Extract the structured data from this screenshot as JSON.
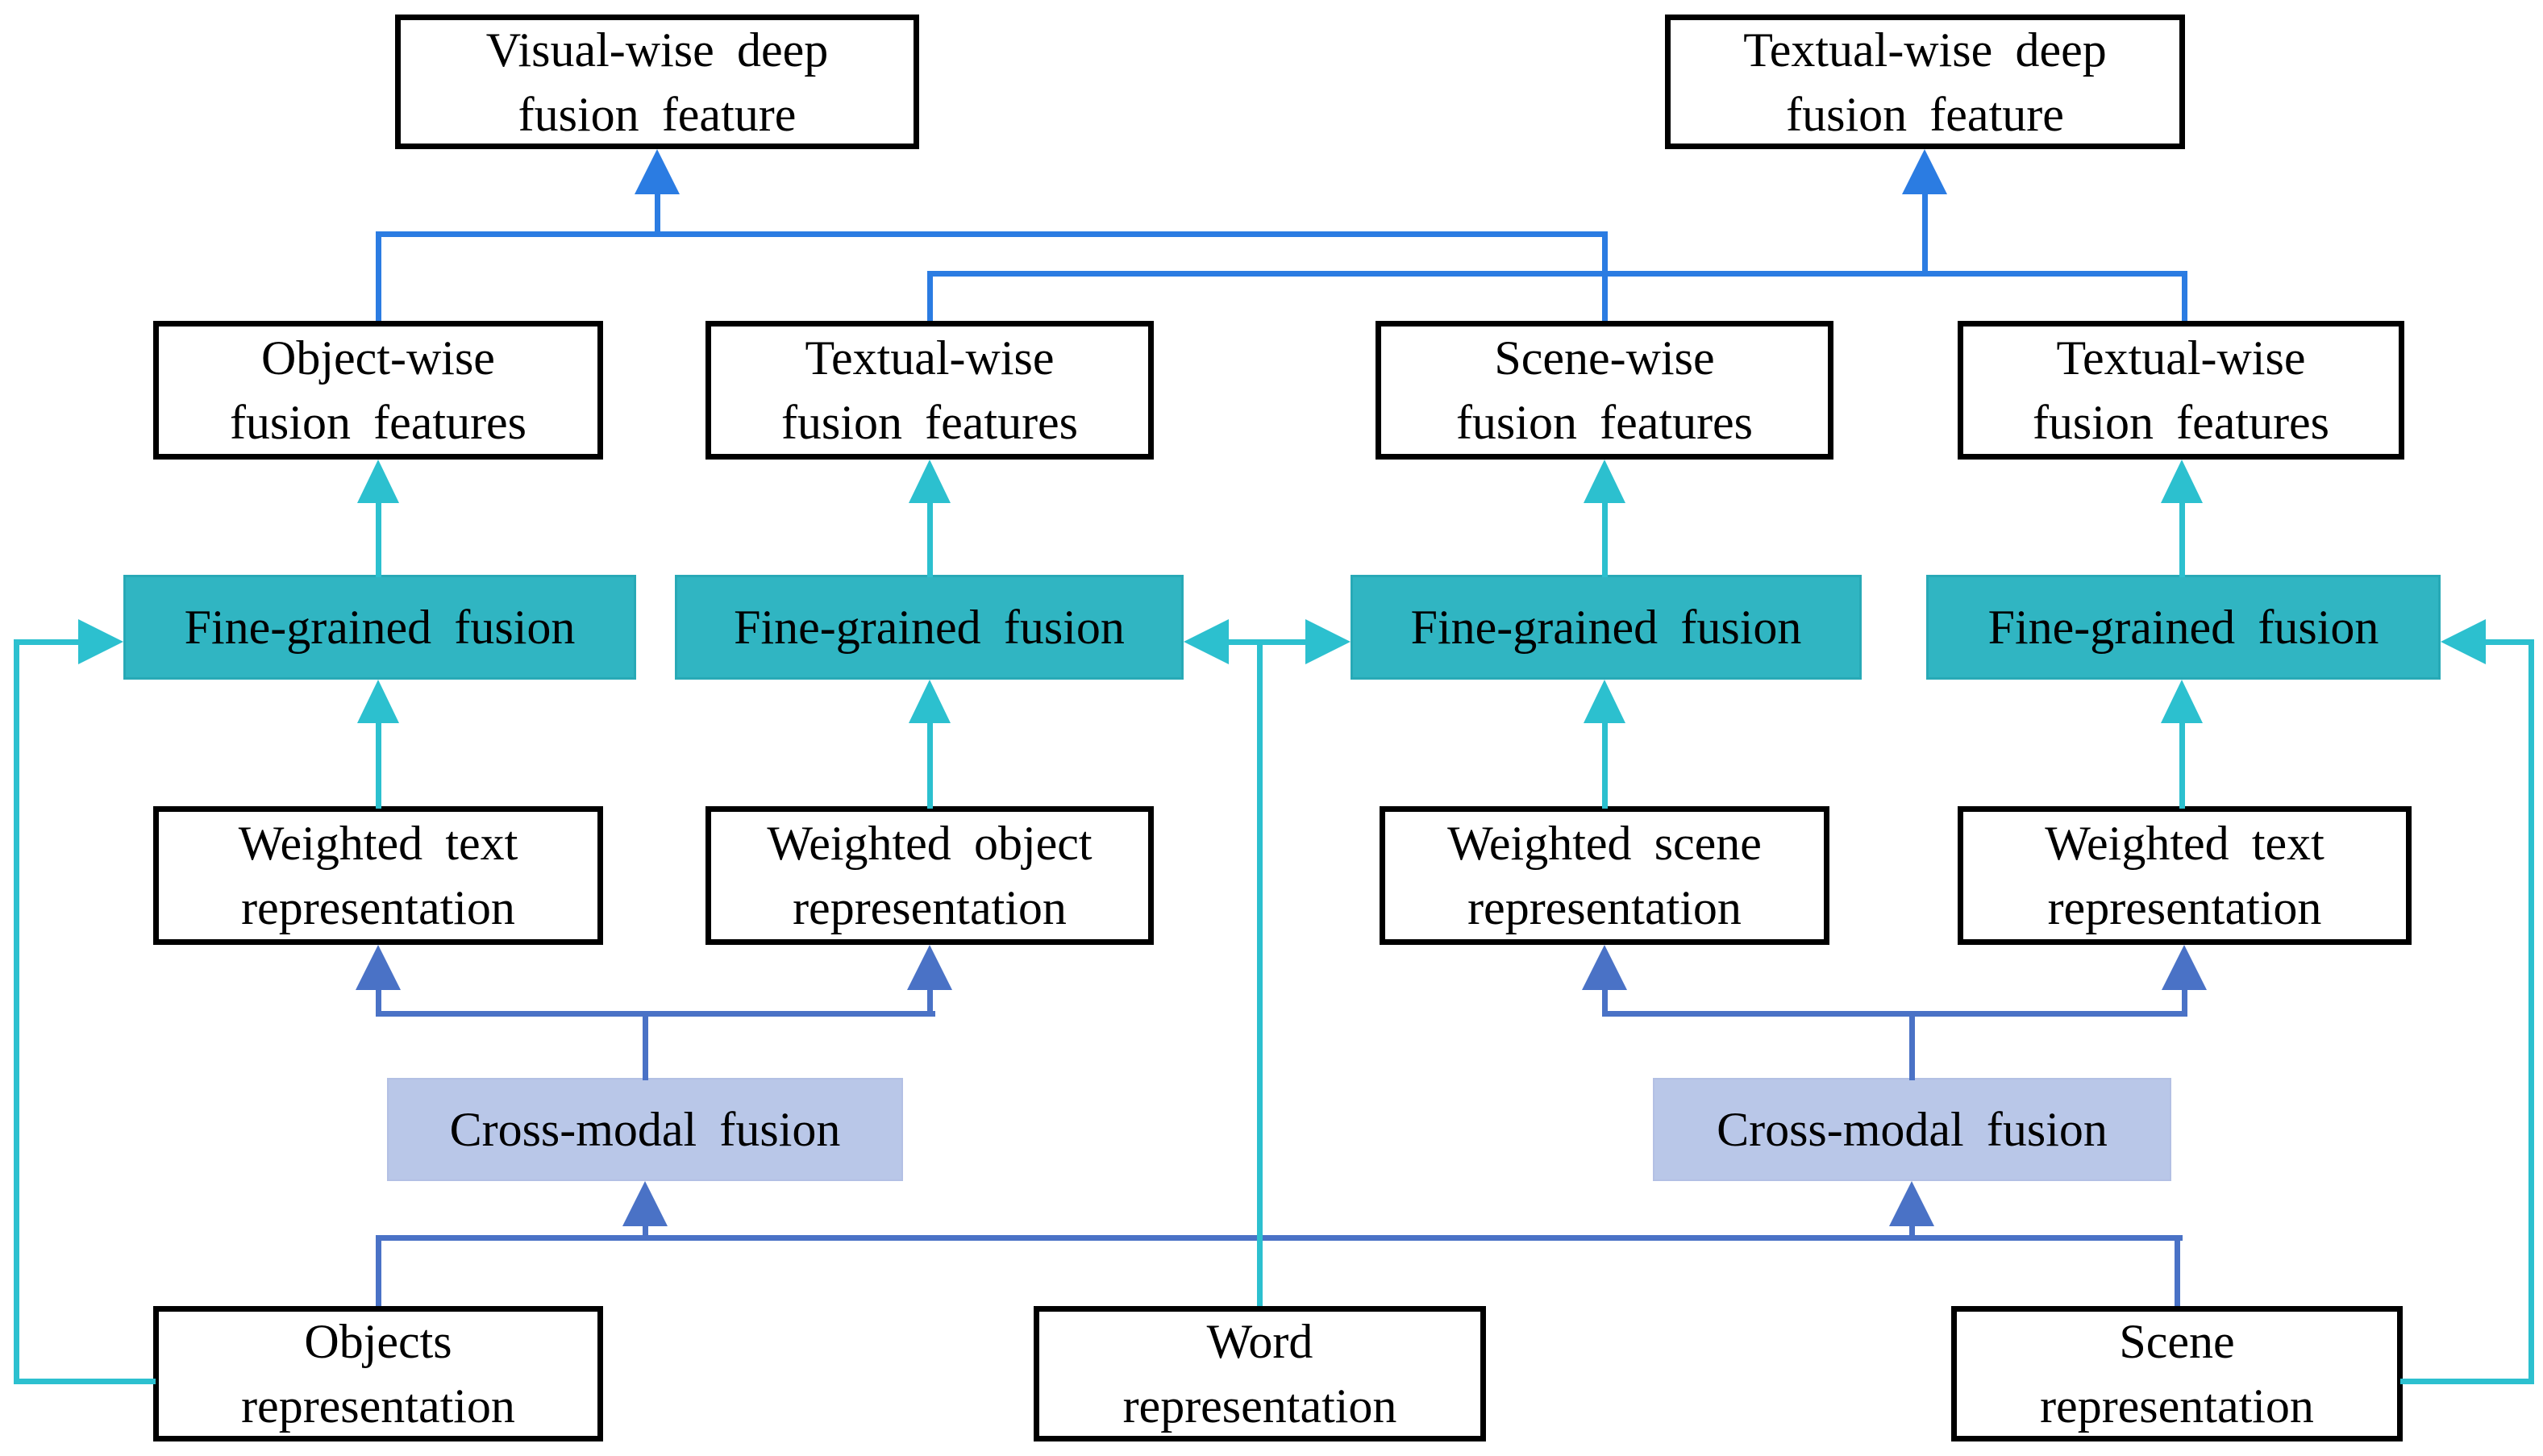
{
  "colors": {
    "background": "#ffffff",
    "box_border": "#000000",
    "bright_blue": "#2b7ce2",
    "muted_blue": "#4a72c6",
    "teal_line": "#2cc0cf",
    "teal_box_fill": "#30b5c2",
    "teal_box_border": "#28a9b6",
    "crossmodal_fill": "#b9c7e8",
    "crossmodal_border": "#b3c0e4"
  },
  "boxes": {
    "visual_deep": {
      "lines": [
        "Visual-wise deep",
        "fusion feature"
      ]
    },
    "textual_deep": {
      "lines": [
        "Textual-wise deep",
        "fusion feature"
      ]
    },
    "object_wise": {
      "lines": [
        "Object-wise",
        "fusion features"
      ]
    },
    "textual_wise_left": {
      "lines": [
        "Textual-wise",
        "fusion features"
      ]
    },
    "scene_wise": {
      "lines": [
        "Scene-wise",
        "fusion features"
      ]
    },
    "textual_wise_right": {
      "lines": [
        "Textual-wise",
        "fusion features"
      ]
    },
    "fine_grained_1": {
      "lines": [
        "Fine-grained fusion"
      ]
    },
    "fine_grained_2": {
      "lines": [
        "Fine-grained fusion"
      ]
    },
    "fine_grained_3": {
      "lines": [
        "Fine-grained fusion"
      ]
    },
    "fine_grained_4": {
      "lines": [
        "Fine-grained fusion"
      ]
    },
    "weighted_text_left": {
      "lines": [
        "Weighted text",
        "representation"
      ]
    },
    "weighted_object": {
      "lines": [
        "Weighted object",
        "representation"
      ]
    },
    "weighted_scene": {
      "lines": [
        "Weighted scene",
        "representation"
      ]
    },
    "weighted_text_right": {
      "lines": [
        "Weighted text",
        "representation"
      ]
    },
    "cross_modal_left": {
      "lines": [
        "Cross-modal fusion"
      ]
    },
    "cross_modal_right": {
      "lines": [
        "Cross-modal fusion"
      ]
    },
    "objects_rep": {
      "lines": [
        "Objects",
        "representation"
      ]
    },
    "word_rep": {
      "lines": [
        "Word",
        "representation"
      ]
    },
    "scene_rep": {
      "lines": [
        "Scene",
        "representation"
      ]
    }
  }
}
